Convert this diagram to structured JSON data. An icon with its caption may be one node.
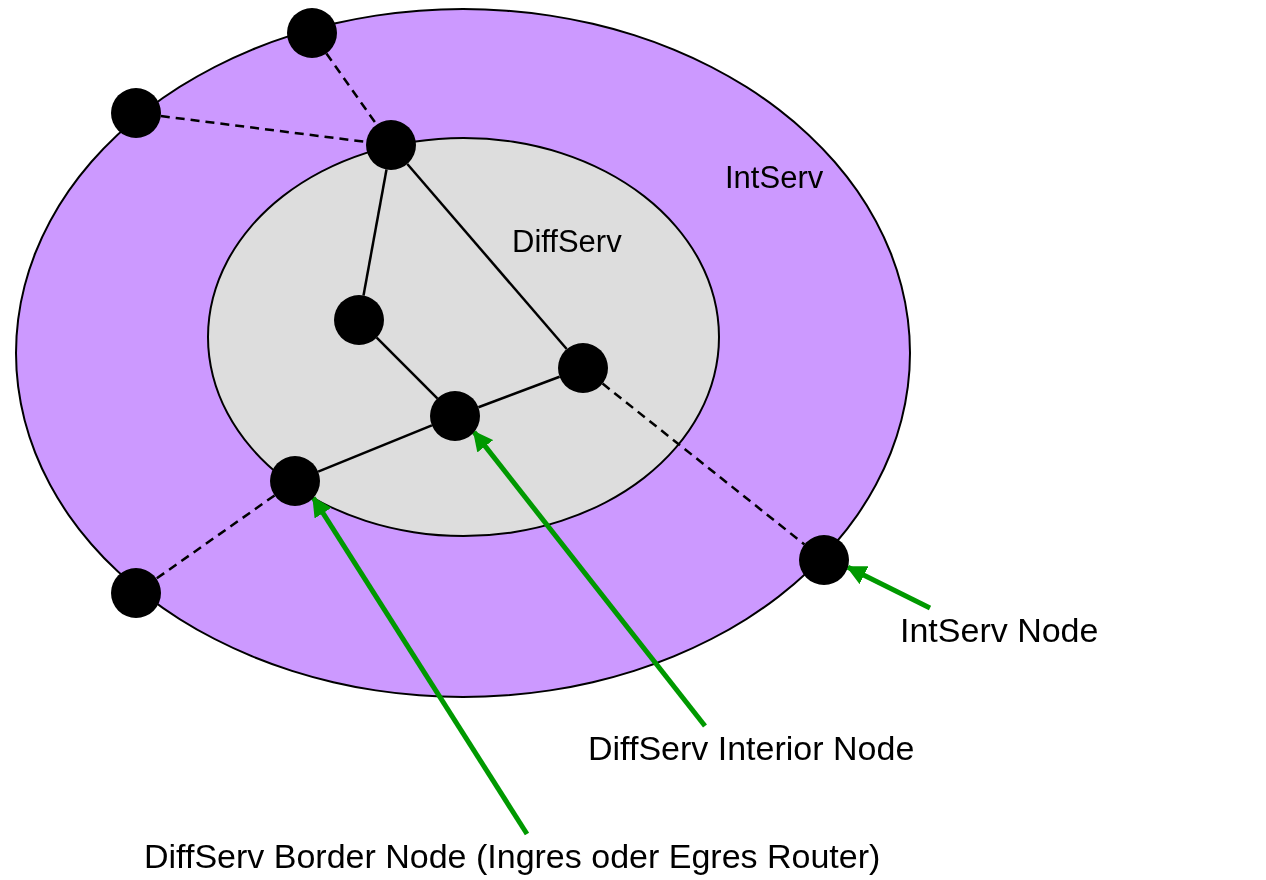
{
  "diagram": {
    "nodes": [
      {
        "text": [
          "IntServ"
        ]
      },
      {
        "text": [
          "DiffServ"
        ],
        "in": 0
      },
      {
        "text": [],
        "shape": "circle",
        "in": 0
      },
      {
        "text": [],
        "shape": "circle",
        "in": 0
      },
      {
        "text": [],
        "shape": "circle",
        "in": 0
      },
      {
        "text": [],
        "shape": "circle",
        "in": 1
      },
      {
        "text": [],
        "shape": "circle",
        "in": 1
      },
      {
        "text": [],
        "shape": "circle",
        "in": 1
      },
      {
        "text": [],
        "shape": "circle",
        "in": 1
      },
      {
        "text": [],
        "shape": "circle",
        "in": 0
      },
      {
        "text": [],
        "shape": "circle",
        "in": 0
      },
      {
        "text": [
          "IntServ Node"
        ]
      },
      {
        "text": [
          "DiffServ Interior Node"
        ]
      },
      {
        "text": [
          "DiffServ Border Node (Ingres oder Egres Router)"
        ]
      }
    ],
    "edges": [
      {
        "from": 2,
        "to": 4,
        "arrow": "none",
        "style": "dashed"
      },
      {
        "from": 3,
        "to": 4,
        "arrow": "none",
        "style": "dashed"
      },
      {
        "from": 4,
        "to": 5,
        "arrow": "none"
      },
      {
        "from": 4,
        "to": 6,
        "arrow": "none"
      },
      {
        "from": 5,
        "to": 7,
        "arrow": "none"
      },
      {
        "from": 7,
        "to": 6,
        "arrow": "none"
      },
      {
        "from": 8,
        "to": 7,
        "arrow": "none"
      },
      {
        "from": 8,
        "to": 10,
        "arrow": "none",
        "style": "dashed"
      },
      {
        "from": 6,
        "to": 9,
        "arrow": "none",
        "style": "dashed"
      },
      {
        "from": 11,
        "to": 9,
        "arrow": "to",
        "style": "thick",
        "color": "#009900"
      },
      {
        "from": 12,
        "to": 7,
        "arrow": "to",
        "style": "thick",
        "color": "#009900"
      },
      {
        "from": 13,
        "to": 8,
        "arrow": "to",
        "style": "thick",
        "color": "#009900"
      }
    ]
  }
}
